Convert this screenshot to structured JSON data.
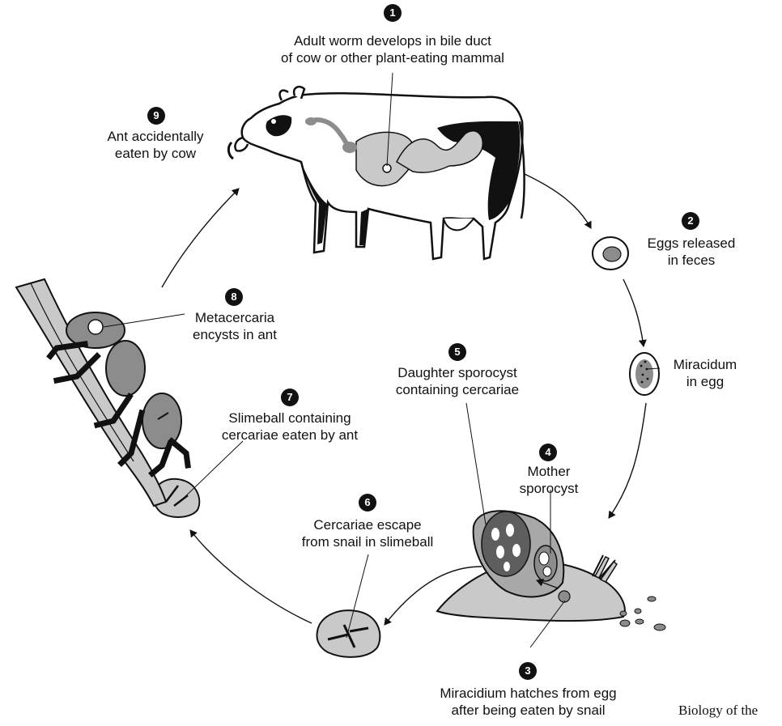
{
  "stages": [
    {
      "num": "1",
      "lines": [
        "Adult worm develops in bile duct",
        "of cow or other plant-eating mammal"
      ]
    },
    {
      "num": "2",
      "lines": [
        "Eggs released",
        "in feces"
      ]
    },
    {
      "num": "",
      "lines": [
        "Miracidum",
        "in egg"
      ]
    },
    {
      "num": "3",
      "lines": [
        "Miracidium hatches from egg",
        "after being eaten by snail"
      ]
    },
    {
      "num": "4",
      "lines": [
        "Mother",
        "sporocyst"
      ]
    },
    {
      "num": "5",
      "lines": [
        "Daughter sporocyst",
        "containing cercariae"
      ]
    },
    {
      "num": "6",
      "lines": [
        "Cercariae escape",
        "from snail in slimeball"
      ]
    },
    {
      "num": "7",
      "lines": [
        "Slimeball containing",
        "cercariae eaten by ant"
      ]
    },
    {
      "num": "8",
      "lines": [
        "Metacercaria",
        "encysts in ant"
      ]
    },
    {
      "num": "9",
      "lines": [
        "Ant accidentally",
        "eaten by cow"
      ]
    }
  ],
  "credit": "Biology of the",
  "colors": {
    "ink": "#111111",
    "gray": "#8c8c8c",
    "light_gray": "#c9c9c9",
    "dark_gray": "#5e5e5e"
  }
}
